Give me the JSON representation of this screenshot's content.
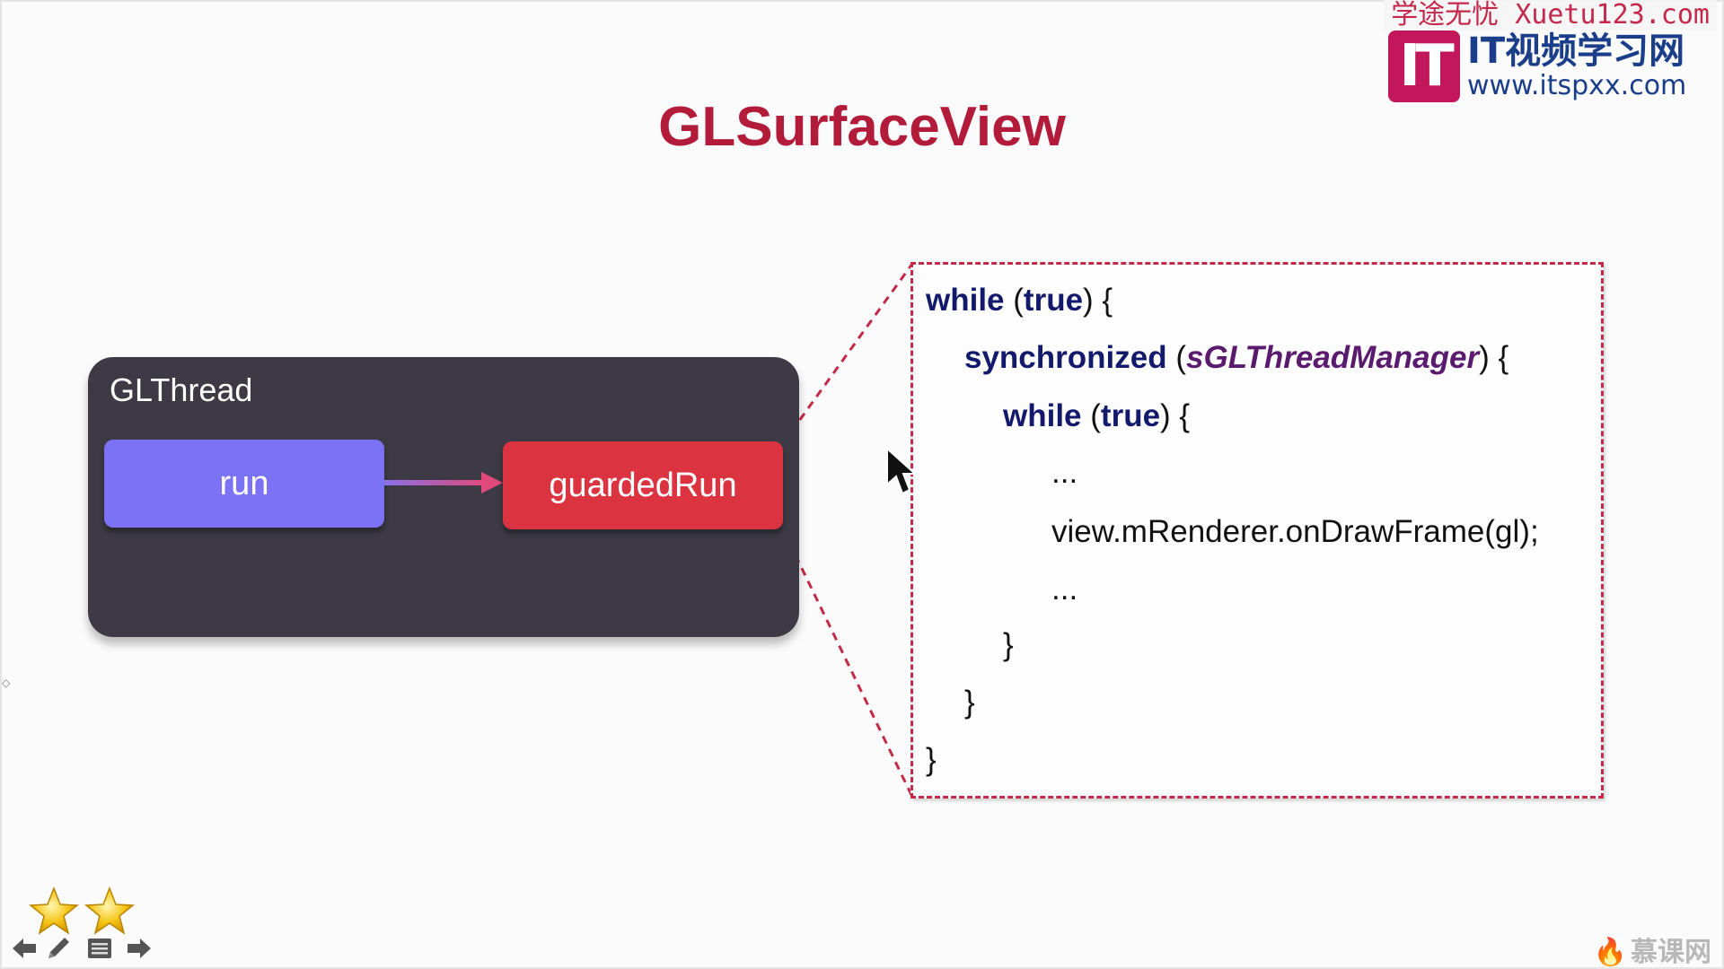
{
  "watermark": {
    "top_text": "学途无忧 Xuetu123.com",
    "logo_mark": "IT",
    "logo_title": "IT视频学习网",
    "logo_url": "www.itspxx.com",
    "bottom_right": "慕课网"
  },
  "slide": {
    "title": "GLSurfaceView",
    "thread_label": "GLThread",
    "node_run": "run",
    "node_guarded": "guardedRun"
  },
  "code": {
    "l1_kw1": "while",
    "l1_p1": " (",
    "l1_kw2": "true",
    "l1_p2": ") {",
    "l2_kw1": "synchronized",
    "l2_p1": " (",
    "l2_var": "sGLThreadManager",
    "l2_p2": ") {",
    "l3_kw1": "while",
    "l3_p1": " (",
    "l3_kw2": "true",
    "l3_p2": ") {",
    "l4": "...",
    "l5": "view.mRenderer.onDrawFrame(gl);",
    "l6": "...",
    "l7": "}",
    "l8": "}",
    "l9": "}"
  },
  "colors": {
    "title": "#b31b3a",
    "thread_bg": "#3d3a45",
    "run": "#7c72f5",
    "guarded": "#dc3340",
    "dashed_border": "#c22a48",
    "keyword": "#131a6b"
  },
  "icons": [
    "star-icon",
    "star-icon",
    "arrow-left-icon",
    "pen-icon",
    "menu-icon",
    "arrow-right-icon",
    "mouse-cursor-icon"
  ]
}
